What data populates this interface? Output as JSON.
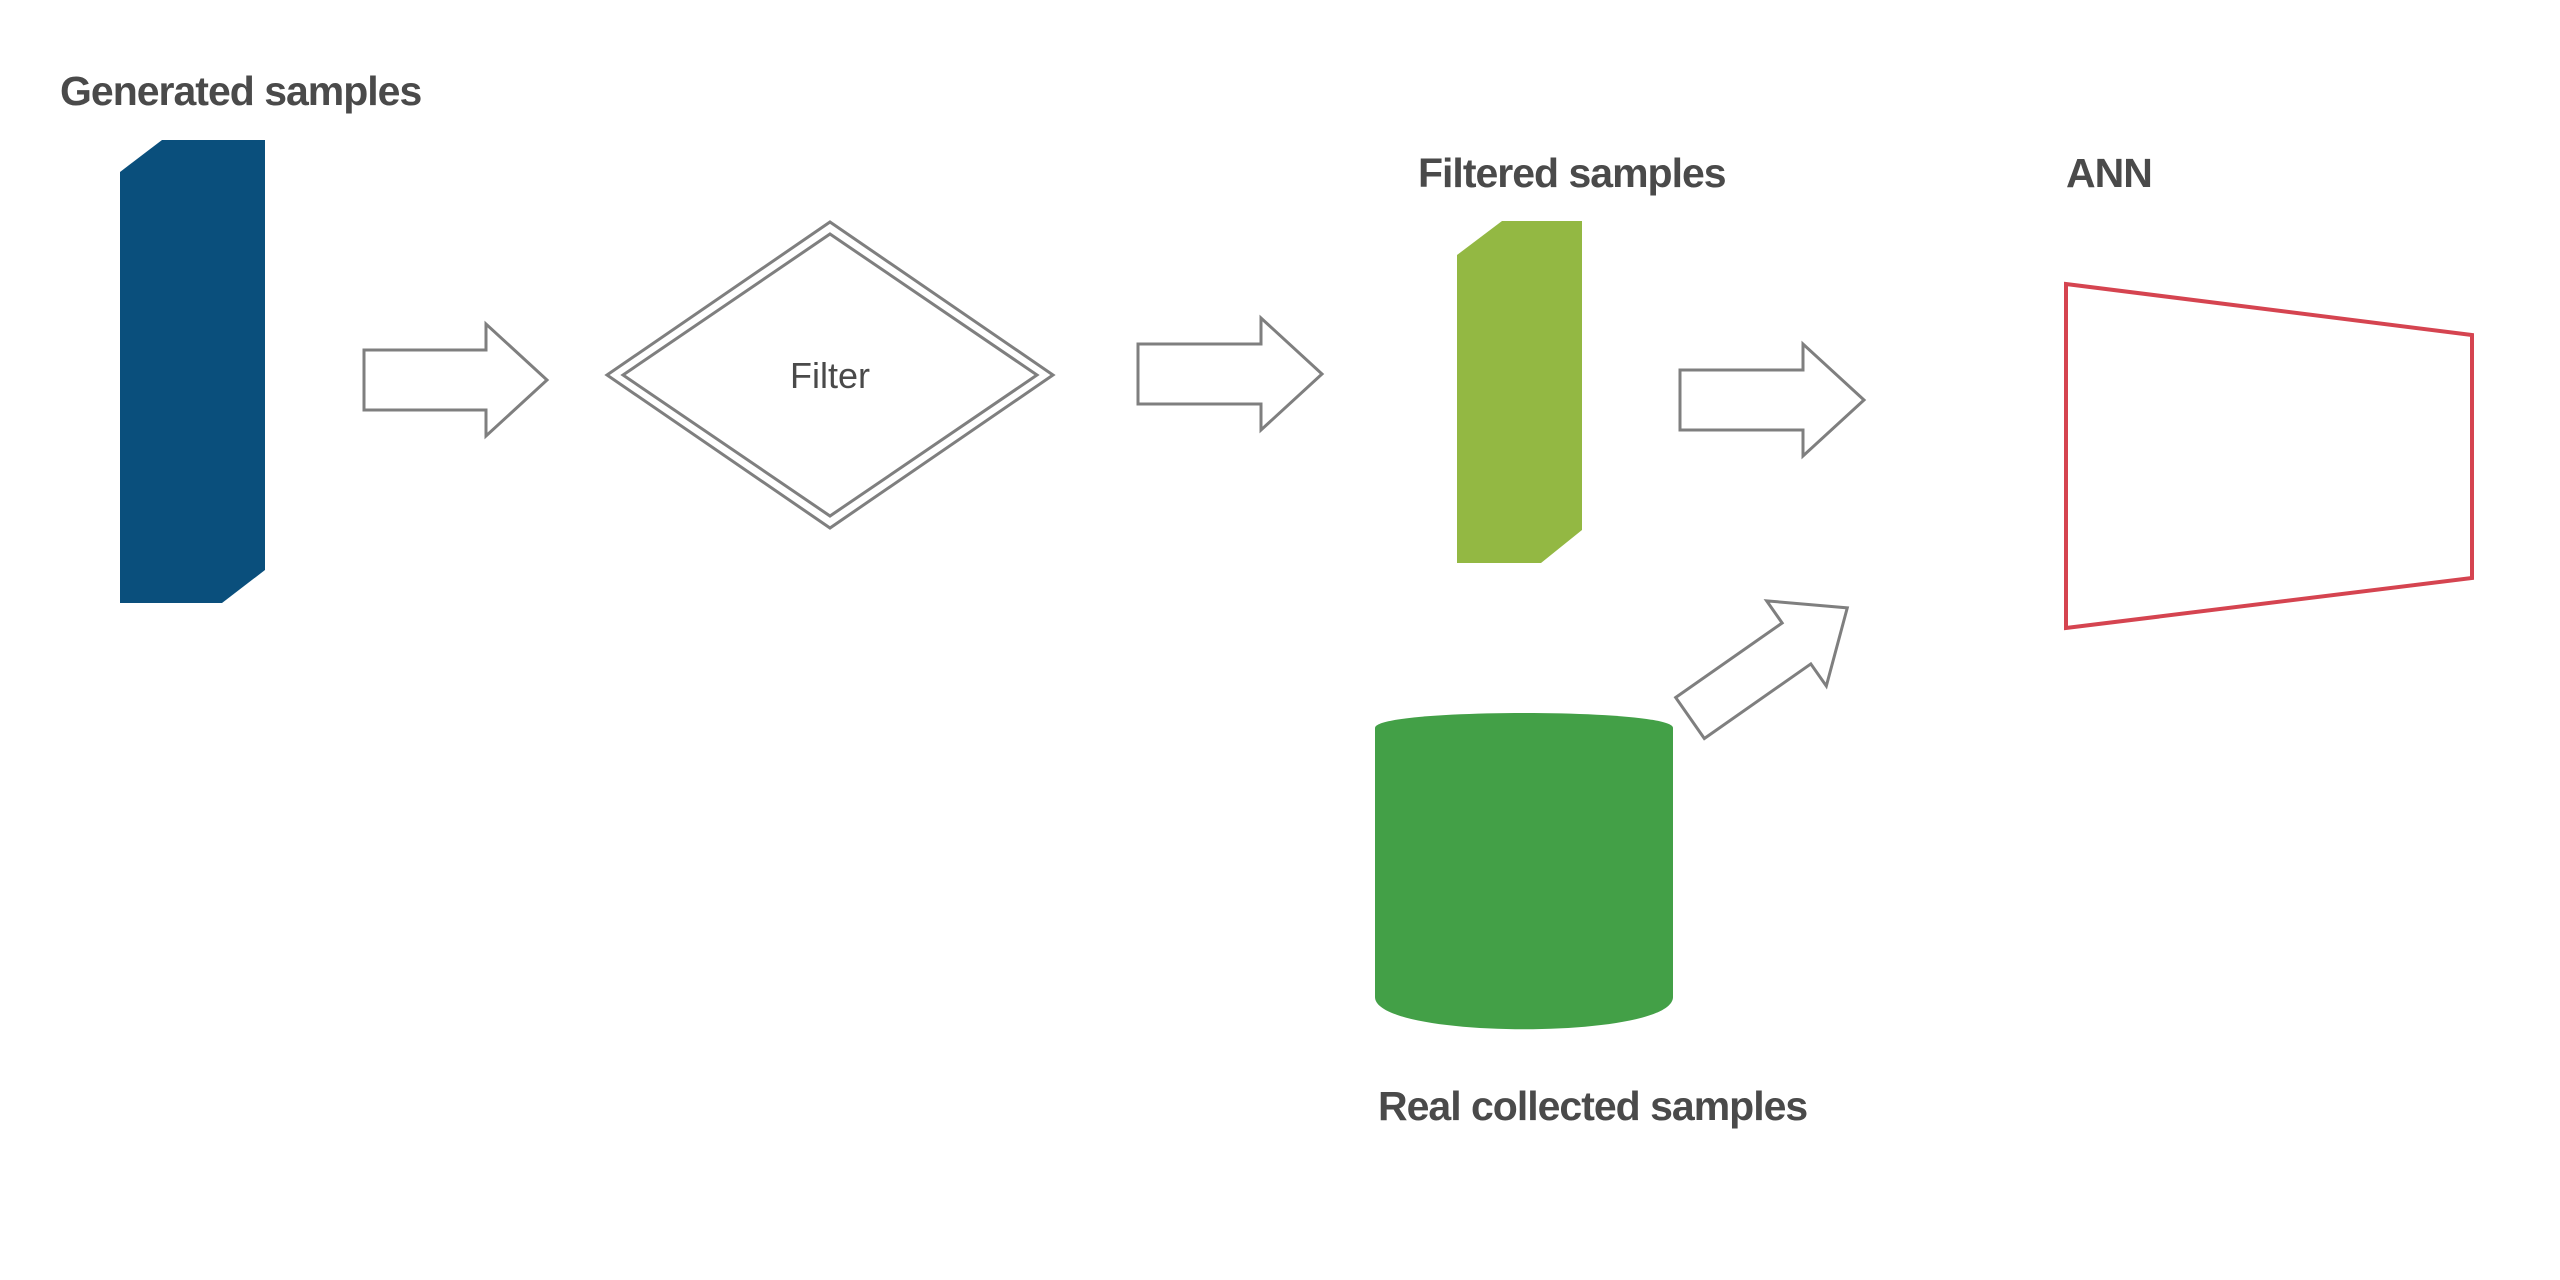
{
  "labels": {
    "generated_samples": "Generated samples",
    "filter": "Filter",
    "filtered_samples": "Filtered samples",
    "ann": "ANN",
    "real_collected_samples": "Real collected samples"
  },
  "colors": {
    "generated_block": "#0a4f7c",
    "filtered_block": "#93b843",
    "real_cylinder": "#43a047",
    "ann_outline": "#d54450",
    "arrow_stroke": "#7f7f7f",
    "text": "#4a4a4a"
  }
}
